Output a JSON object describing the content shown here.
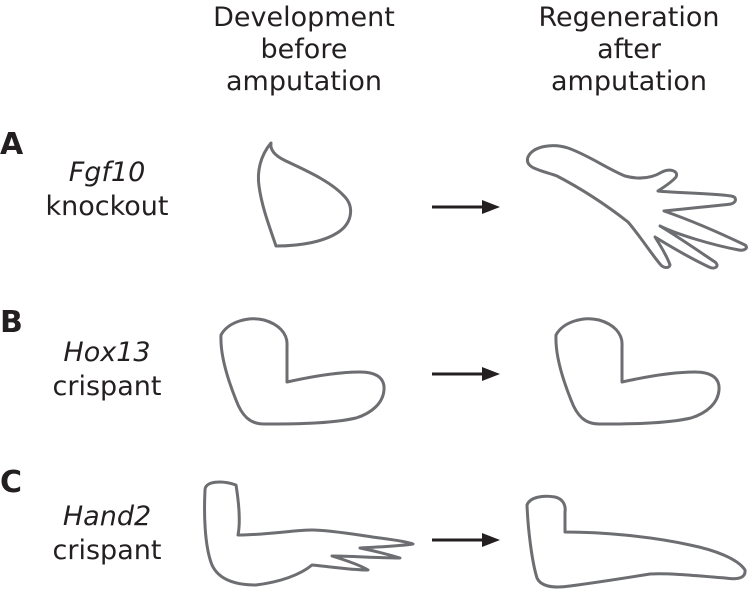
{
  "columns": {
    "development": [
      "Development",
      "before",
      "amputation"
    ],
    "regeneration": [
      "Regeneration",
      "after",
      "amputation"
    ]
  },
  "rows": [
    {
      "letter": "A",
      "gene": "Fgf10",
      "condition": "knockout"
    },
    {
      "letter": "B",
      "gene": "Hox13",
      "condition": "crispant"
    },
    {
      "letter": "C",
      "gene": "Hand2",
      "condition": "crispant"
    }
  ]
}
